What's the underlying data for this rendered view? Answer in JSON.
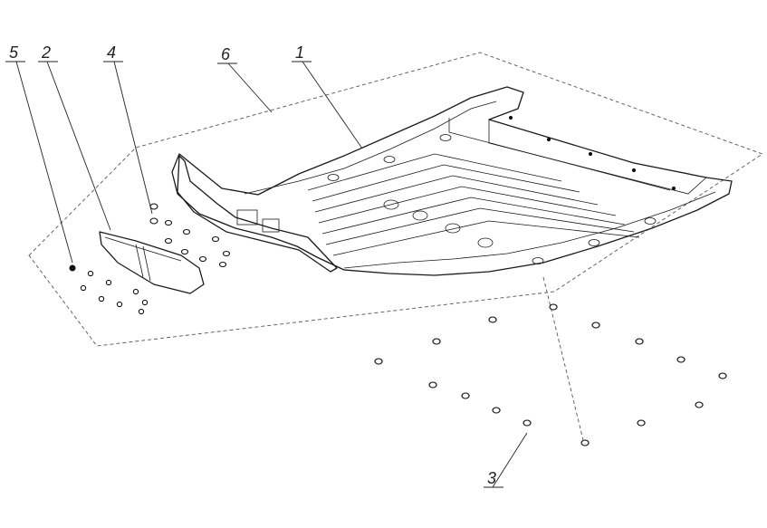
{
  "diagram": {
    "callouts": [
      {
        "id": "5",
        "label": "5"
      },
      {
        "id": "2",
        "label": "2"
      },
      {
        "id": "4",
        "label": "4"
      },
      {
        "id": "6",
        "label": "6"
      },
      {
        "id": "1",
        "label": "1"
      },
      {
        "id": "3",
        "label": "3"
      }
    ]
  }
}
